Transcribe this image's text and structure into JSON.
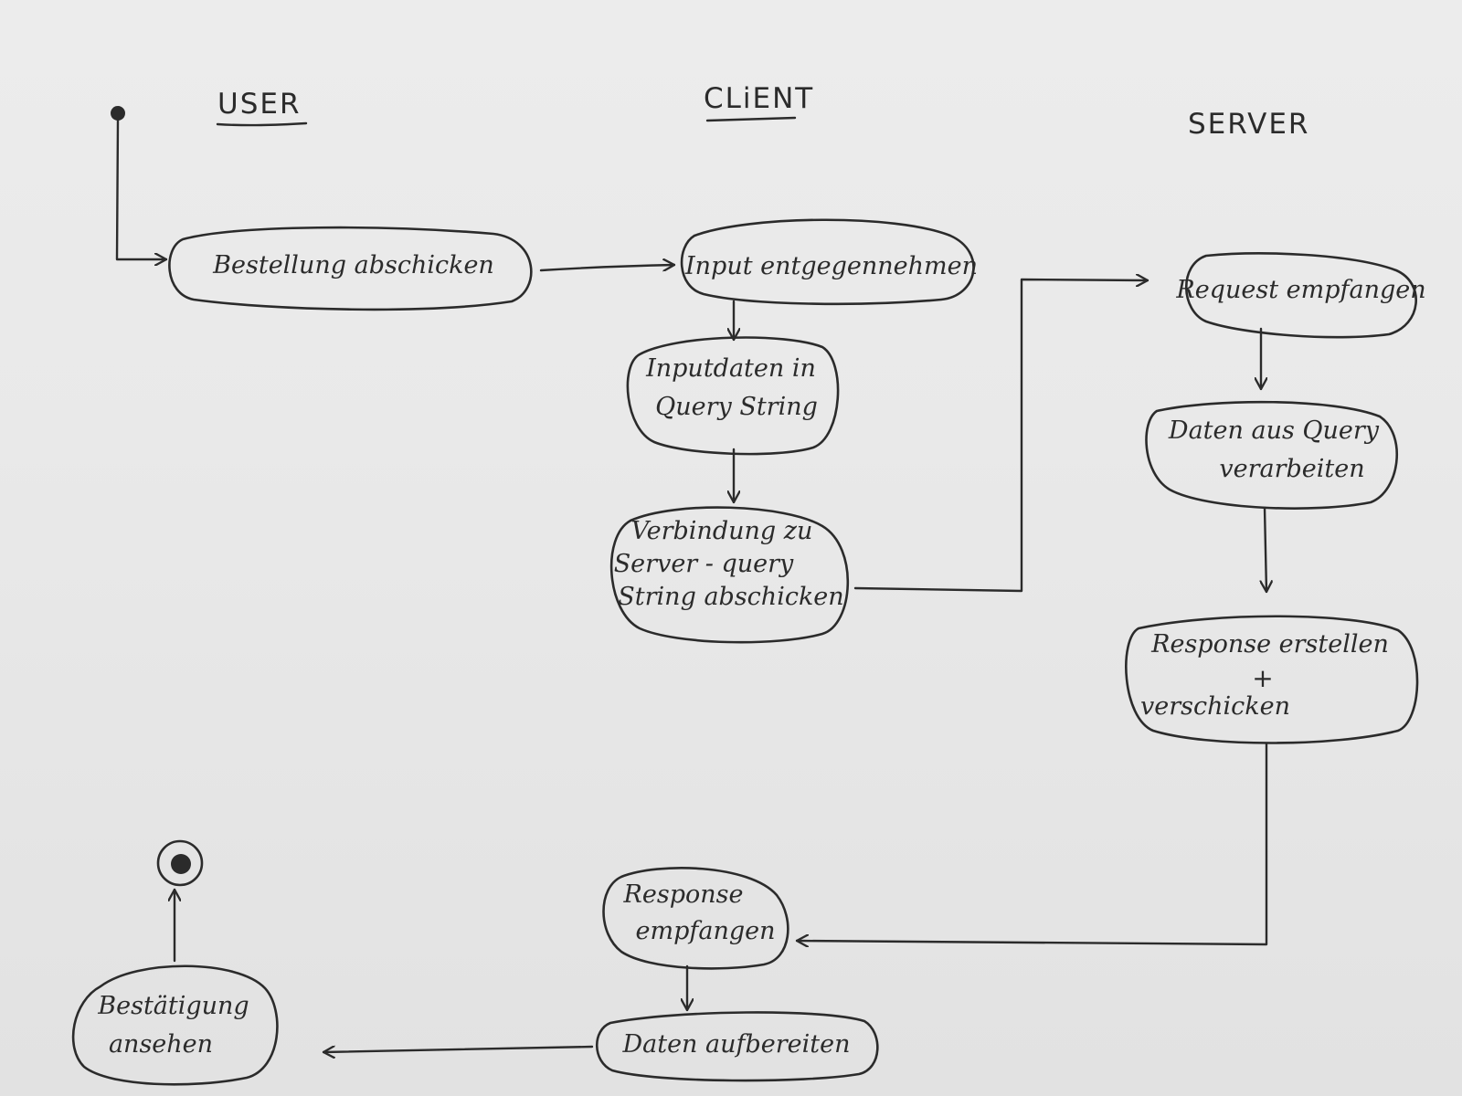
{
  "lanes": {
    "user": "USER",
    "client": "CLiENT",
    "server": "SERVER"
  },
  "nodes": {
    "bestellung": {
      "label": "Bestellung abschicken"
    },
    "input": {
      "label": "Input entgegennehmen"
    },
    "querystring": {
      "line1": "Inputdaten in",
      "line2": "Query String"
    },
    "verbindung": {
      "line1": "Verbindung zu",
      "line2": "Server - query",
      "line3": "String abschicken"
    },
    "request": {
      "label": "Request empfangen"
    },
    "daten_query": {
      "line1": "Daten aus Query",
      "line2": "verarbeiten"
    },
    "response_erstellen": {
      "line1": "Response erstellen",
      "line2": "+",
      "line3": "verschicken"
    },
    "response_empfangen": {
      "line1": "Response",
      "line2": "empfangen"
    },
    "aufbereiten": {
      "label": "Daten aufbereiten"
    },
    "bestaetigung": {
      "line1": "Bestätigung",
      "line2": "ansehen"
    }
  },
  "colors": {
    "ink": "#2b2b2b",
    "paper": "#ececec"
  }
}
